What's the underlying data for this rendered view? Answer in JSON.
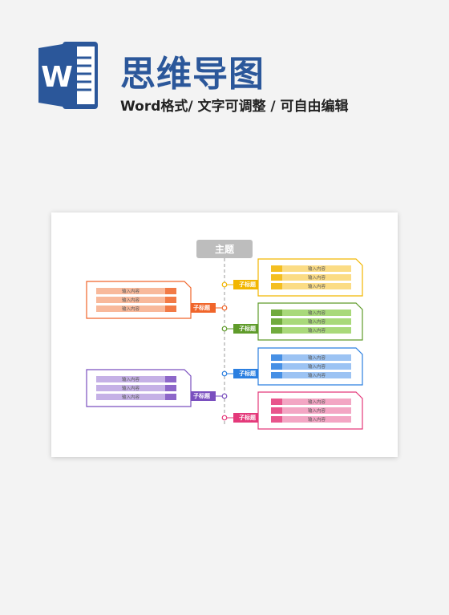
{
  "header": {
    "logo_letter": "W",
    "title": "思维导图",
    "subtitle": "Word格式/ 文字可调整 / 可自由编辑"
  },
  "mindmap": {
    "main_topic": "主题",
    "branches": [
      {
        "side": "right",
        "label": "子标题",
        "color": "#f2b600",
        "light": "#fbdc85",
        "items": [
          "输入内容",
          "输入内容",
          "输入内容"
        ]
      },
      {
        "side": "left",
        "label": "子标题",
        "color": "#f0652a",
        "light": "#f8b99b",
        "items": [
          "输入内容",
          "输入内容",
          "输入内容"
        ]
      },
      {
        "side": "right",
        "label": "子标题",
        "color": "#5f9b2a",
        "light": "#a9d97a",
        "items": [
          "输入内容",
          "输入内容",
          "输入内容"
        ]
      },
      {
        "side": "right",
        "label": "子标题",
        "color": "#2b7fe0",
        "light": "#9cc3f3",
        "items": [
          "输入内容",
          "输入内容",
          "输入内容"
        ]
      },
      {
        "side": "left",
        "label": "子标题",
        "color": "#7a4fbf",
        "light": "#c5b1e6",
        "items": [
          "输入内容",
          "输入内容",
          "输入内容"
        ]
      },
      {
        "side": "right",
        "label": "子标题",
        "color": "#e4397a",
        "light": "#f3a6c4",
        "items": [
          "输入内容",
          "输入内容",
          "输入内容"
        ]
      }
    ]
  }
}
